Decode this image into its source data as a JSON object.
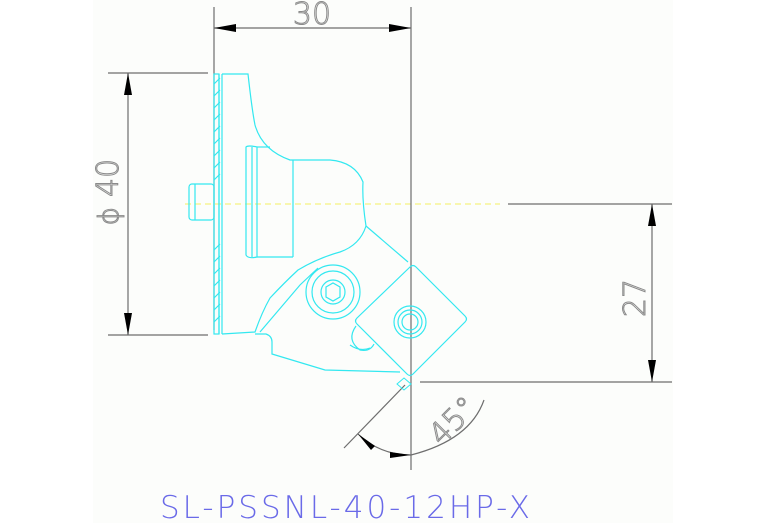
{
  "drawing": {
    "part_number": "SL-PSSNL-40-12HP-X",
    "dimensions": {
      "width": "30",
      "diameter_symbol": "ϕ",
      "diameter": "40",
      "height": "27",
      "angle": "45°"
    },
    "colors": {
      "background": "#fcfdfb",
      "outline": "#33e8f0",
      "dimension_line": "#6e6e6e",
      "centerline": "#f4f060",
      "title": "#6a6ae8",
      "arrow": "#000000"
    }
  }
}
